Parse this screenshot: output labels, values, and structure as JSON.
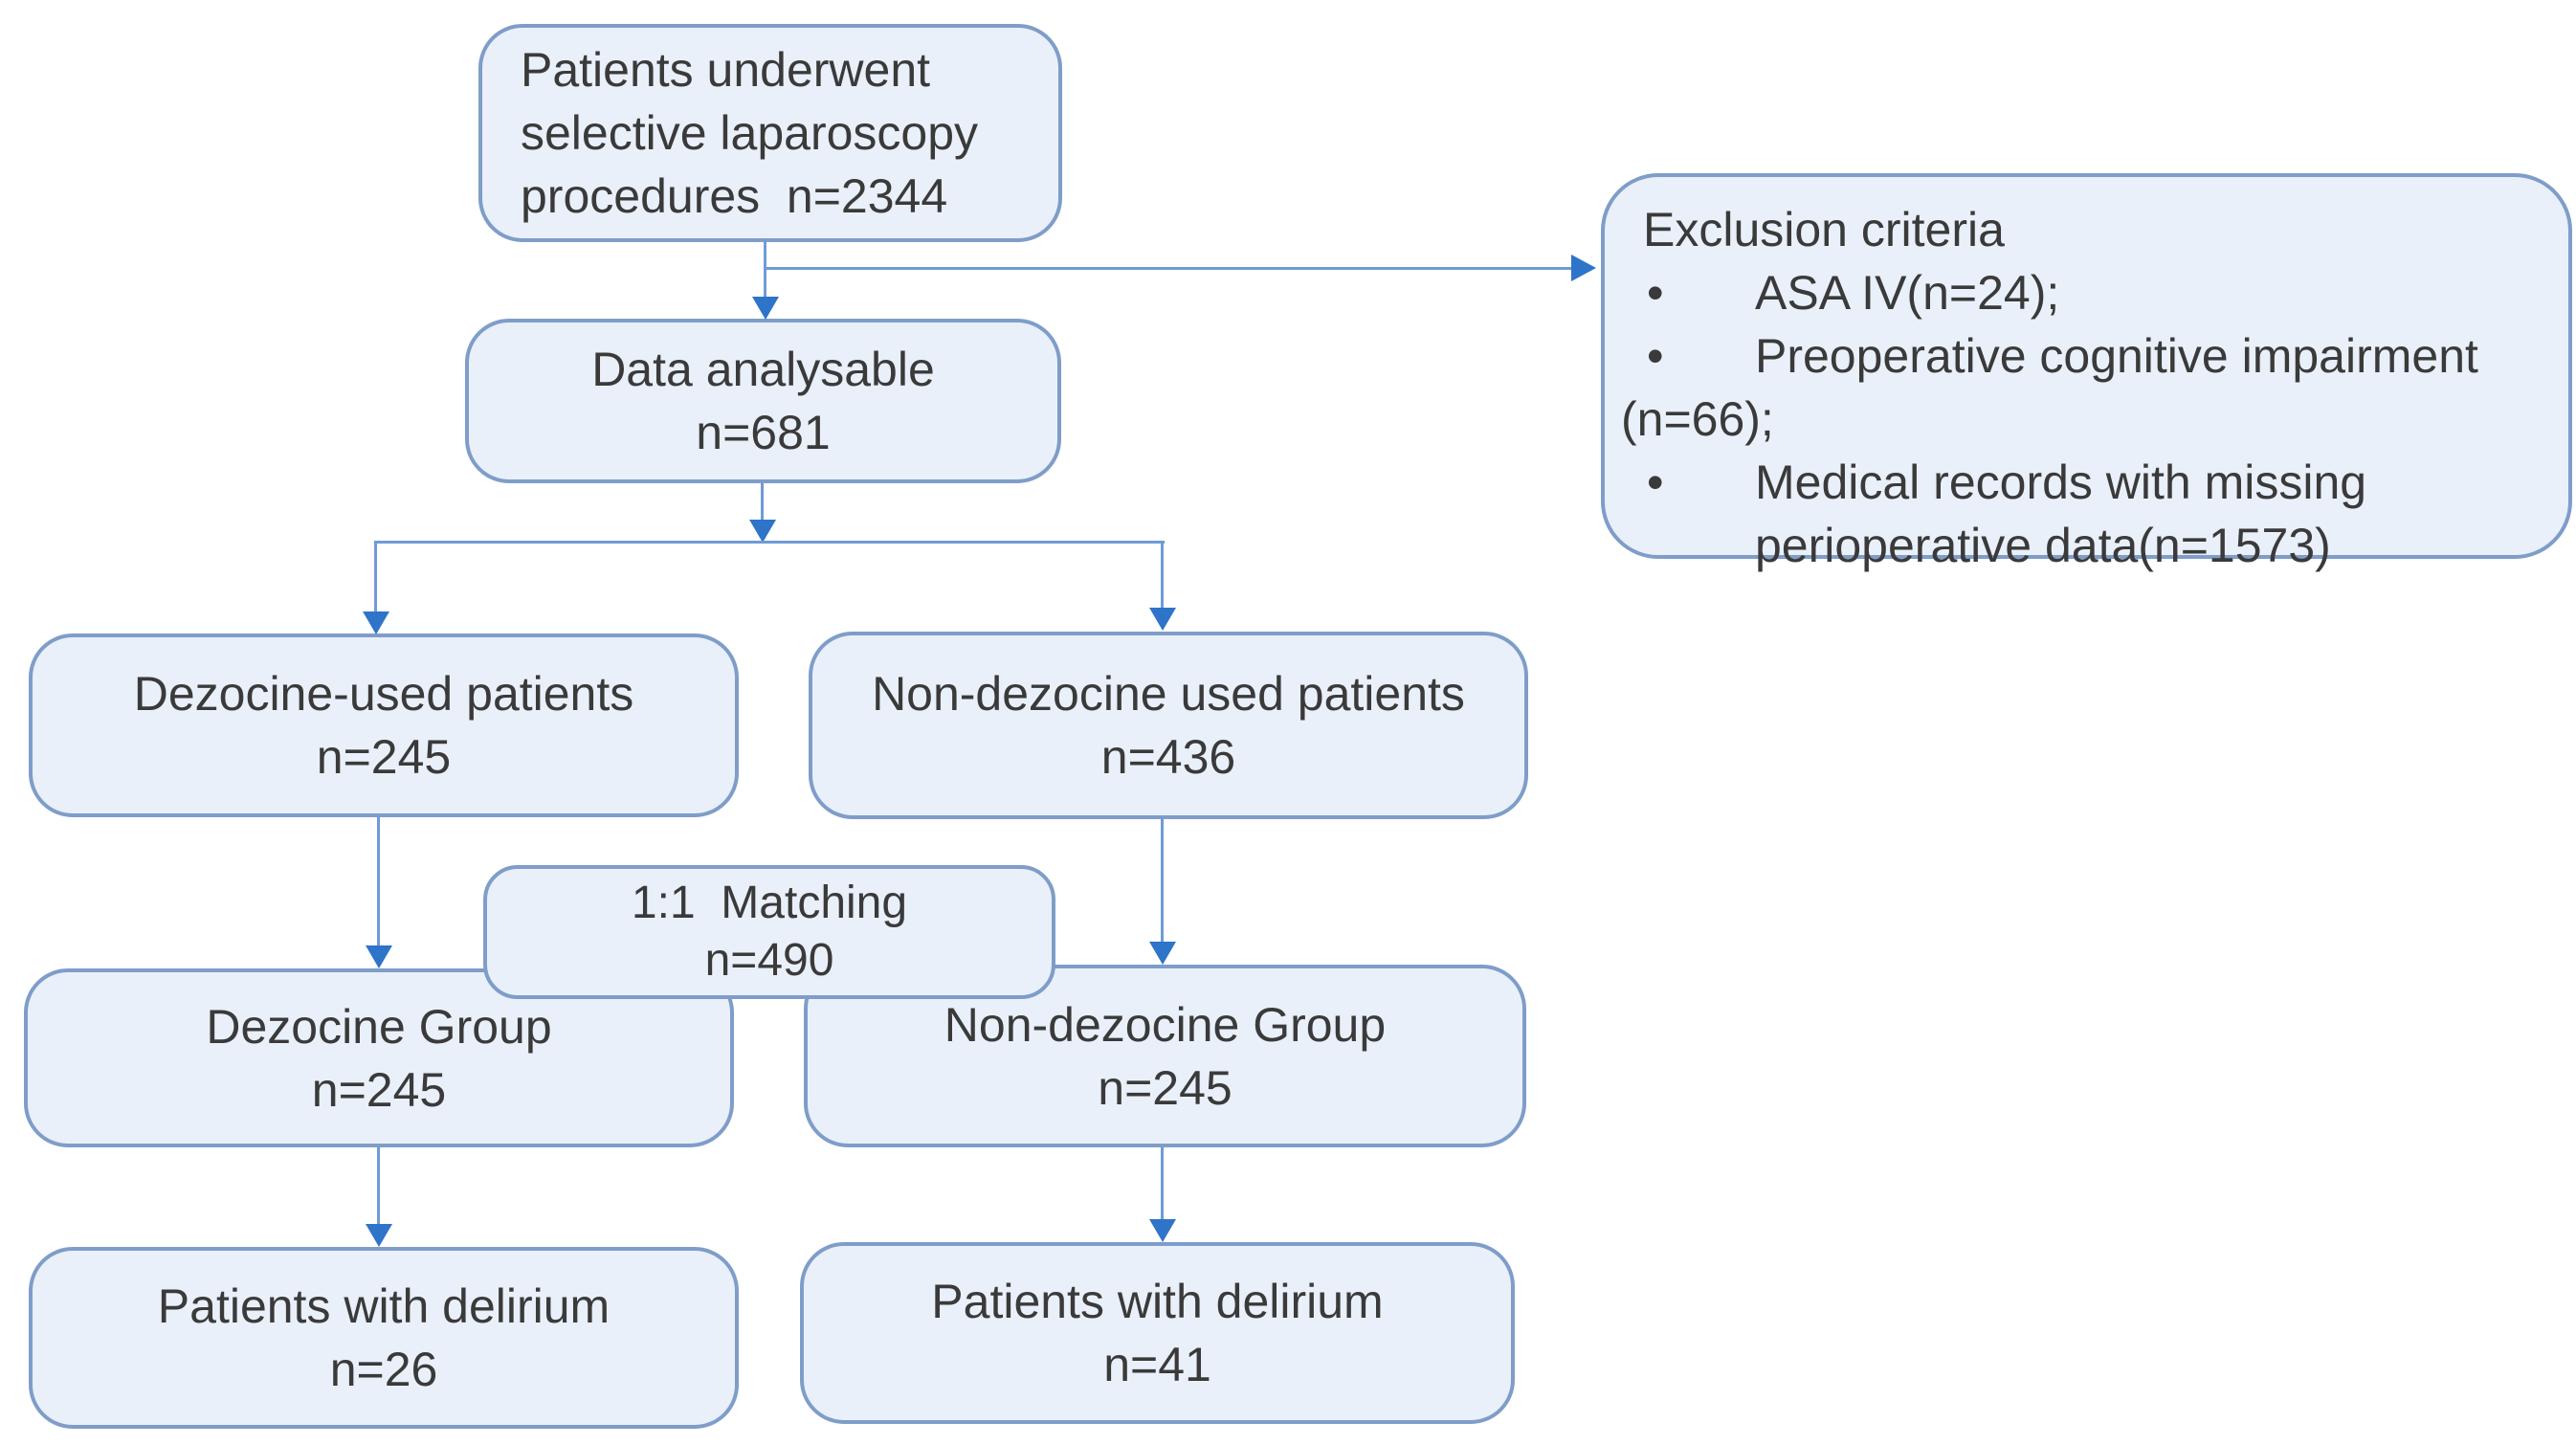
{
  "figure": {
    "type": "patient-flow-diagram",
    "description": "CONSORT-style flow chart of patients undergoing selective laparoscopy, dezocine vs non-dezocine groups and delirium outcomes"
  },
  "colors": {
    "bg": "#ffffff",
    "box_fill": "#e9f0fa",
    "box_border": "#7f9dc9",
    "line": "#6f9bd6",
    "arrow": "#2e74c9",
    "text": "#3a3a3a"
  },
  "boxes": {
    "top": {
      "lines": [
        "Patients underwent",
        "selective laparoscopy",
        "procedures  n=2344"
      ]
    },
    "exclusion": {
      "bullet_char": "•",
      "lines": [
        {
          "type": "title",
          "text": "Exclusion criteria"
        },
        {
          "type": "bullet",
          "text": "ASA IV(n=24);"
        },
        {
          "type": "bullet",
          "text": "Preoperative cognitive impairment"
        },
        {
          "type": "flush",
          "text": "(n=66);"
        },
        {
          "type": "bullet",
          "text": "Medical records with missing"
        },
        {
          "type": "hang",
          "text": "perioperative data(n=1573)"
        }
      ]
    },
    "analysable": {
      "lines": [
        "Data analysable",
        "n=681"
      ]
    },
    "dezocine_used": {
      "lines": [
        "Dezocine-used patients",
        "n=245"
      ]
    },
    "non_dezocine_used": {
      "lines": [
        "Non-dezocine used patients",
        "n=436"
      ]
    },
    "matching": {
      "lines": [
        "1:1  Matching",
        "n=490"
      ]
    },
    "dezocine_group": {
      "lines": [
        "Dezocine Group",
        "n=245"
      ]
    },
    "non_dezocine_group": {
      "lines": [
        "Non-dezocine Group",
        "n=245"
      ]
    },
    "delirium_dezocine": {
      "lines": [
        "Patients with delirium",
        "n=26"
      ]
    },
    "delirium_non_dezocine": {
      "lines": [
        "Patients with delirium",
        "n=41"
      ]
    }
  }
}
